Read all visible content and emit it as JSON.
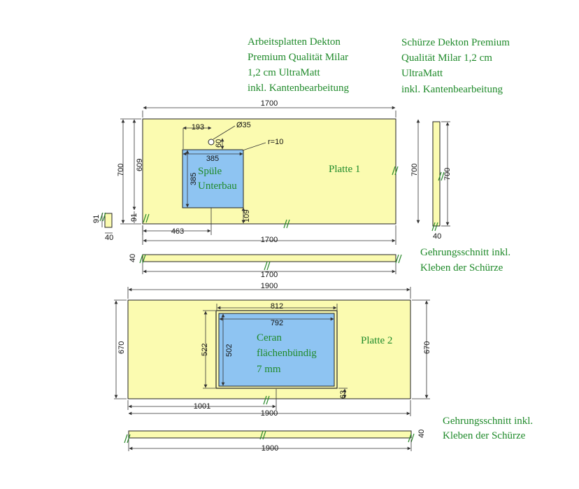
{
  "notes": {
    "left": [
      "Arbeitsplatten Dekton",
      "Premium Qualität Milar",
      "1,2 cm UltraMatt",
      "inkl. Kantenbearbeitung"
    ],
    "right": [
      "Schürze Dekton Premium",
      "Qualität Milar 1,2 cm",
      "UltraMatt",
      "inkl. Kantenbearbeitung"
    ],
    "miter1": [
      "Gehrungsschnitt inkl.",
      "Kleben der Schürze"
    ],
    "miter2": [
      "Gehrungsschnitt inkl.",
      "Kleben der Schürze"
    ]
  },
  "platte1": {
    "name": "Platte 1",
    "cutout_label": [
      "Spüle",
      "Unterbau"
    ],
    "dims": {
      "width_top": "1700",
      "width_bottom": "1700",
      "height_left": "700",
      "depth_609": "609",
      "offset_193": "193",
      "hole": "Ø35",
      "dim_60": "60",
      "radius": "r=10",
      "cut_w": "385",
      "cut_h": "385",
      "offset_463": "463",
      "dim_109": "109",
      "dim_91a": "91",
      "dim_91b": "91",
      "dim_40": "40",
      "height_right": "700"
    }
  },
  "schuerze_side": {
    "height": "700",
    "width": "40"
  },
  "schuerze1": {
    "height": "40",
    "length": "1700"
  },
  "platte2": {
    "name": "Platte 2",
    "cutout_label": [
      "Ceran",
      "flächenbündig",
      "7 mm"
    ],
    "dims": {
      "width_top": "1900",
      "width_bottom": "1900",
      "height_left": "670",
      "height_right": "670",
      "outer_w": "812",
      "inner_w": "792",
      "outer_h": "522",
      "inner_h": "502",
      "offset_1001": "1001",
      "dim_63": "63"
    }
  },
  "schuerze2": {
    "height": "40",
    "length": "1900"
  }
}
